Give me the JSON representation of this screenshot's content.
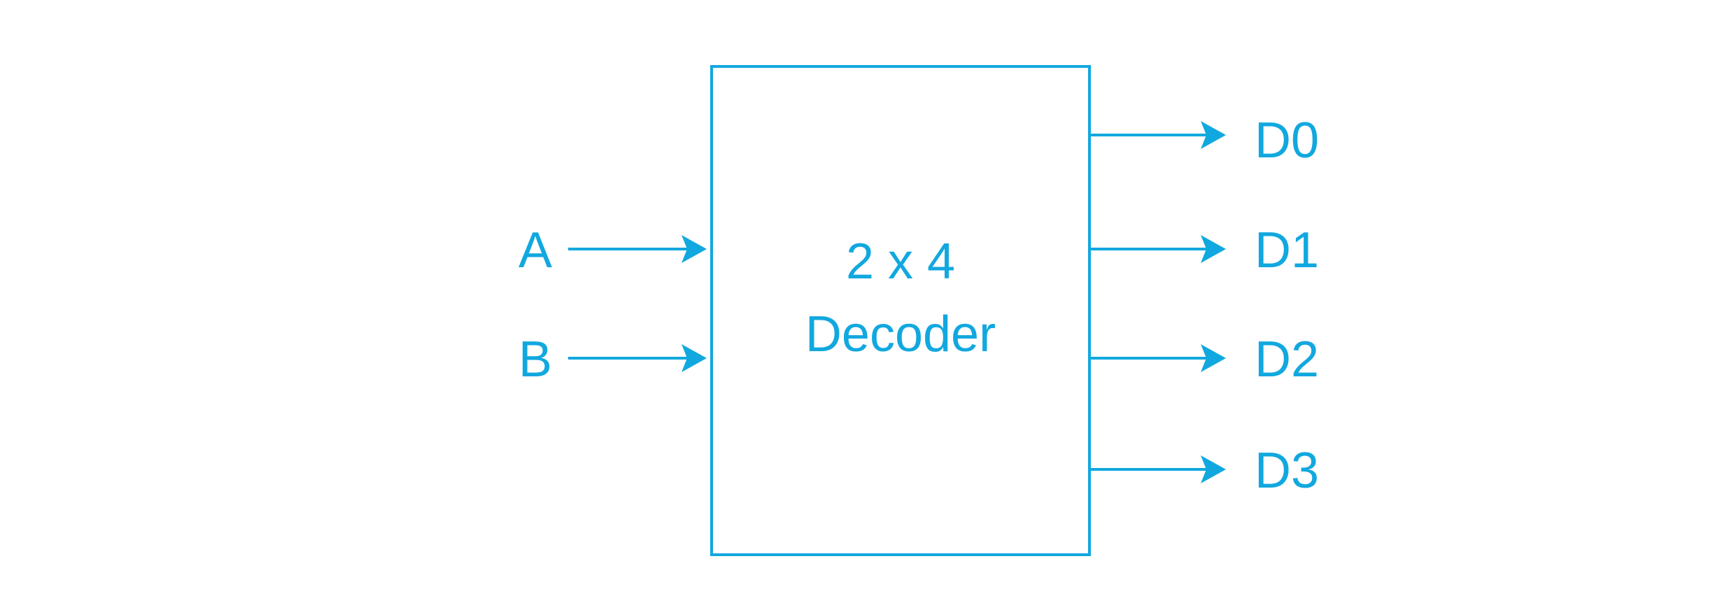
{
  "diagram": {
    "color": "#11a8df",
    "block": {
      "line1": "2 x 4",
      "line2": "Decoder"
    },
    "inputs": [
      {
        "label": "A"
      },
      {
        "label": "B"
      }
    ],
    "outputs": [
      {
        "label": "D0"
      },
      {
        "label": "D1"
      },
      {
        "label": "D2"
      },
      {
        "label": "D3"
      }
    ]
  }
}
